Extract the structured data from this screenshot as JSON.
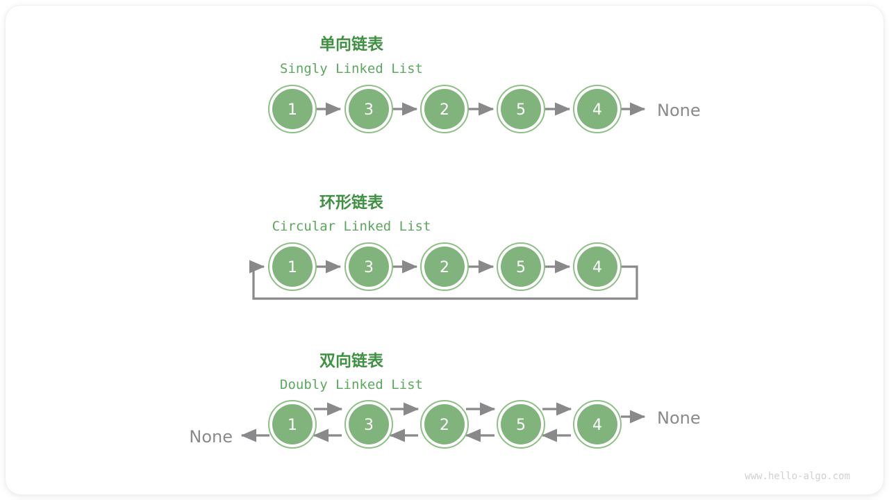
{
  "page": {
    "background": "#ffffff",
    "card_background": "#ffffff",
    "watermark": "www.hello-algo.com"
  },
  "colors": {
    "node_fill": "#81b47c",
    "node_ring": "#8cc084",
    "node_text": "#ffffff",
    "arrow": "#89898b",
    "cn_title": "#3f9142",
    "en_title": "#5aa85c",
    "none_text": "#8a8a8c",
    "watermark": "#d0d0d0"
  },
  "sections": [
    {
      "id": "singly",
      "cn_title": "单向链表",
      "en_title": "Singly Linked List",
      "nodes": [
        "1",
        "3",
        "2",
        "5",
        "4"
      ],
      "tail_label": "None",
      "head_label": null,
      "has_loop": false,
      "bidirectional": false
    },
    {
      "id": "circular",
      "cn_title": "环形链表",
      "en_title": "Circular Linked List",
      "nodes": [
        "1",
        "3",
        "2",
        "5",
        "4"
      ],
      "tail_label": null,
      "head_label": null,
      "has_loop": true,
      "bidirectional": false
    },
    {
      "id": "doubly",
      "cn_title": "双向链表",
      "en_title": "Doubly Linked List",
      "nodes": [
        "1",
        "3",
        "2",
        "5",
        "4"
      ],
      "tail_label": "None",
      "head_label": "None",
      "has_loop": false,
      "bidirectional": true
    }
  ]
}
